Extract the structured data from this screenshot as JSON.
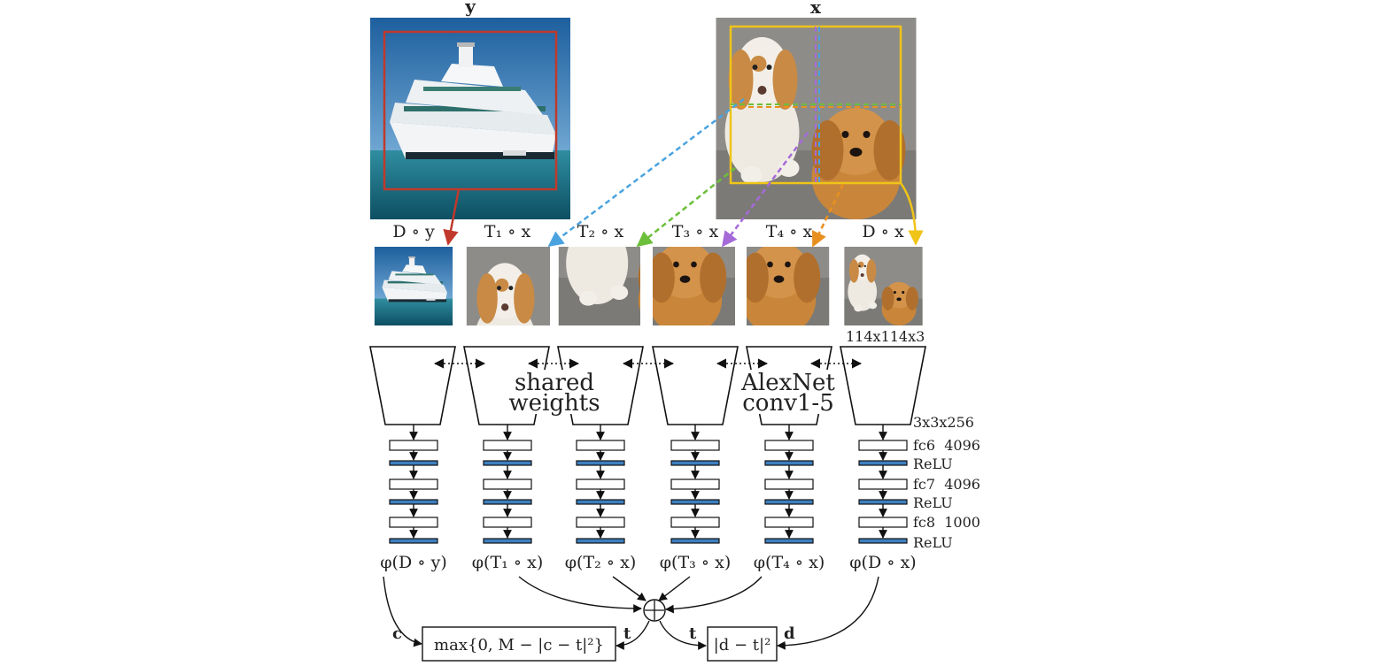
{
  "images": {
    "y_label": "y",
    "x_label": "x"
  },
  "inputs": {
    "labels": [
      "D ∘ y",
      "T₁ ∘ x",
      "T₂ ∘ x",
      "T₃ ∘ x",
      "T₄ ∘ x",
      "D ∘ x"
    ],
    "input_size": "114x114x3"
  },
  "network": {
    "shared_line1": "shared",
    "shared_line2": "weights",
    "alexnet_line1": "AlexNet",
    "alexnet_line2": "conv1-5",
    "conv_out": "3x3x256",
    "layers": [
      "fc6  4096",
      "ReLU",
      "fc7  4096",
      "ReLU",
      "fc8  1000",
      "ReLU"
    ]
  },
  "features": {
    "labels": [
      "φ(D ∘ y)",
      "φ(T₁ ∘ x)",
      "φ(T₂ ∘ x)",
      "φ(T₃ ∘ x)",
      "φ(T₄ ∘ x)",
      "φ(D ∘ x)"
    ]
  },
  "loss": {
    "sum_symbol": "+",
    "c_label": "c",
    "t_label_left": "t",
    "t_label_right": "t",
    "d_label": "d",
    "contrastive": "max{0, M − |c − t|²}",
    "counting": "|d − t|²"
  },
  "colors": {
    "red": "#c0392b",
    "blue": "#4aa3df",
    "green": "#6cbf3a",
    "purple": "#a66ad8",
    "orange": "#e8901f",
    "yellow": "#f0c419",
    "relu": "#3d7fbf"
  }
}
